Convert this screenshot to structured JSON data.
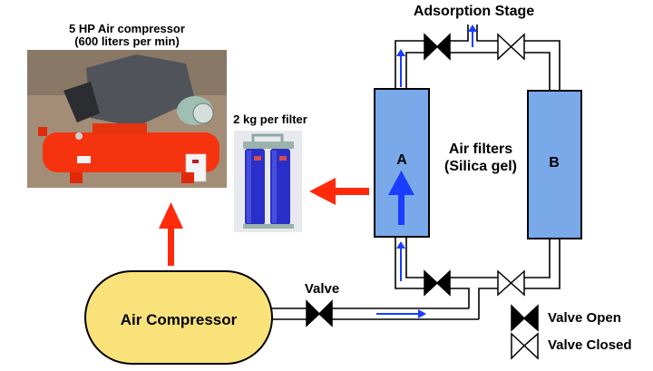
{
  "title": "Adsorption Stage",
  "compressor_photo": {
    "caption_line1": "5 HP Air compressor",
    "caption_line2": "(600 liters per min)"
  },
  "filter_photo": {
    "caption": "2 kg per filter"
  },
  "filters": {
    "label_line1": "Air filters",
    "label_line2": "(Silica gel)",
    "a_label": "A",
    "b_label": "B"
  },
  "compressor": {
    "label": "Air Compressor"
  },
  "inlet_valve": {
    "label": "Valve",
    "state": "open"
  },
  "valves": {
    "top_a": "open",
    "top_b": "closed",
    "bottom_a": "open",
    "bottom_b": "closed"
  },
  "legend": {
    "open_label": "Valve Open",
    "closed_label": "Valve Closed"
  },
  "colors": {
    "filter_fill": "#7aa9ea",
    "compressor_fill": "#fae27a",
    "flow_arrow": "#1a3dff",
    "red_arrow": "#ff2a0a"
  }
}
